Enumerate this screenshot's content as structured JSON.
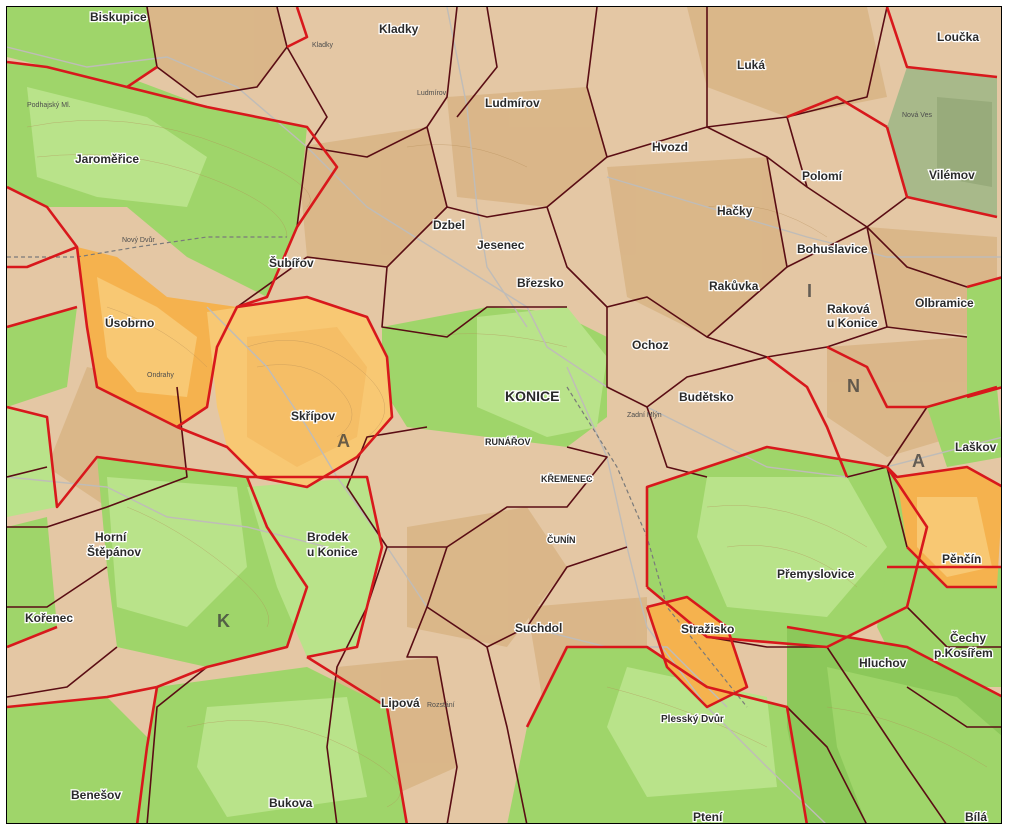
{
  "map": {
    "colors": {
      "base": "#e4c7a4",
      "tan": "#d8b385",
      "green_light": "#b9e38a",
      "green": "#9fd56a",
      "green_dark": "#8cc85a",
      "orange": "#f5b24e",
      "orange_light": "#f8c873",
      "olive": "#a8b98a",
      "border_red": "#d8181c",
      "border_dark": "#5a0d14"
    },
    "places": {
      "biskupice": "Biskupice",
      "kladky": "Kladky",
      "luka": "Luká",
      "loucka": "Loučka",
      "ludmirov": "Ludmírov",
      "jaromerice": "Jaroměřice",
      "hvozd": "Hvozd",
      "vilemov": "Vilémov",
      "polomi": "Polomí",
      "hacky": "Hačky",
      "bohuslavice": "Bohuslavice",
      "dzbel": "Dzbel",
      "jesenec": "Jesenec",
      "subirov": "Šubířov",
      "brezsko": "Březsko",
      "rakuvka": "Rakůvka",
      "rakova": "Raková",
      "rakova_2": "u Konice",
      "olbramice": "Olbramice",
      "usobrno": "Úsobrno",
      "skripov": "Skřípov",
      "konice": "KONICE",
      "ochoz": "Ochoz",
      "budetsko": "Budětsko",
      "laskov": "Laškov",
      "runarov": "RUNÁŘOV",
      "kremenec": "KŘEMENEC",
      "penčin": "Pěnčín",
      "cunin": "ČUNÍN",
      "brodek": "Brodek",
      "brodek_2": "u Konice",
      "horni_stepanov": "Horní",
      "horni_stepanov_2": "Štěpánov",
      "premyslovice": "Přemyslovice",
      "suchdol": "Suchdol",
      "korenec": "Kořenec",
      "strazisko": "Stražisko",
      "cechy": "Čechy",
      "cechy_2": "p.Kosířem",
      "hluchov": "Hluchov",
      "lipova": "Lipová",
      "plumlov_dvur": "Plesský Dvůr",
      "benesov": "Benešov",
      "bukova": "Bukova",
      "ptenl": "Ptení",
      "bila": "Bílá"
    },
    "region_letters": [
      "N",
      "A",
      "K",
      "A",
      "I"
    ],
    "minor_labels": [
      "Ludmírov",
      "Kladky",
      "Podhajský Ml.",
      "Nový Dvůr",
      "Ondrahy",
      "Nová Ves",
      "Zadní Mlýn",
      "Rozstání"
    ]
  }
}
